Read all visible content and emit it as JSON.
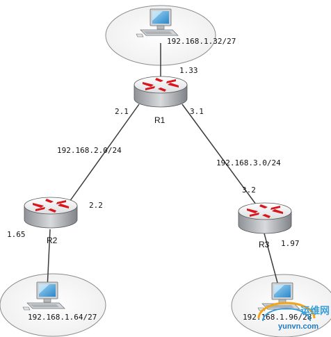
{
  "routers": [
    {
      "name": "R1"
    },
    {
      "name": "R2"
    },
    {
      "name": "R3"
    }
  ],
  "subnets": {
    "top": "192.168.1.32/27",
    "left": "192.168.1.64/27",
    "right": "192.168.1.96/28"
  },
  "links": {
    "r1_r2_network": "192.168.2.0/24",
    "r1_r3_network": "192.168.3.0/24"
  },
  "interfaces": {
    "r1_lan": "1.33",
    "r1_to_r2": "2.1",
    "r1_to_r3": "3.1",
    "r2_to_r1": "2.2",
    "r2_lan": "1.65",
    "r3_to_r1": "3.2",
    "r3_lan": "1.97"
  },
  "watermark": {
    "chinese": "运维网",
    "url": "yunvn.com"
  },
  "colors": {
    "router_body": "#c9cccf",
    "router_top": "#f4f4f4",
    "arrow": "#d9161b",
    "ellipse_fill": "#f6f6f6",
    "line": "#3a3a3a"
  }
}
